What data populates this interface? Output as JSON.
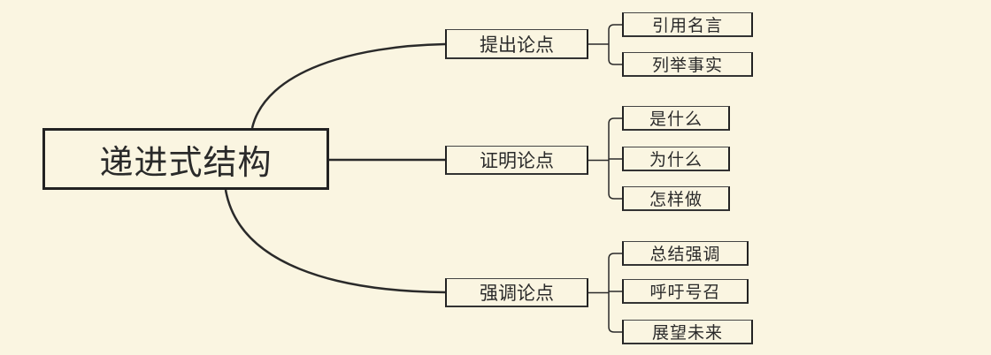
{
  "root": {
    "label": "递进式结构"
  },
  "branches": [
    {
      "label": "提出论点",
      "children": [
        "引用名言",
        "列举事实"
      ]
    },
    {
      "label": "证明论点",
      "children": [
        "是什么",
        "为什么",
        "怎样做"
      ]
    },
    {
      "label": "强调论点",
      "children": [
        "总结强调",
        "呼吁号召",
        "展望未来"
      ]
    }
  ],
  "colors": {
    "background": "#faf5e1",
    "line": "#2a2a2a"
  }
}
